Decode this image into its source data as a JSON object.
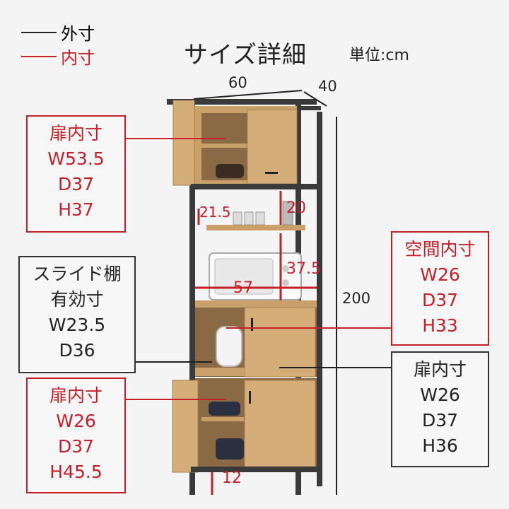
{
  "legend": {
    "outer_label": "外寸",
    "inner_label": "内寸"
  },
  "title": "サイズ詳細",
  "unit": "単位:cm",
  "outer_dims": {
    "width": "60",
    "depth": "40",
    "height": "200"
  },
  "inner_dims": {
    "shelf_gap": "21.5",
    "shelf_top": "20",
    "microwave_height": "37.5",
    "microwave_width": "57",
    "bottom_clearance": "12"
  },
  "callouts": {
    "upper_door": {
      "title": "扉内寸",
      "w": "W53.5",
      "d": "D37",
      "h": "H37"
    },
    "open_space": {
      "title": "空間内寸",
      "w": "W26",
      "d": "D37",
      "h": "H33"
    },
    "slide_shelf": {
      "title": "スライド棚",
      "subtitle": "有効寸",
      "w": "W23.5",
      "d": "D36"
    },
    "middle_door": {
      "title": "扉内寸",
      "w": "W26",
      "d": "D37",
      "h": "H36"
    },
    "lower_door": {
      "title": "扉内寸",
      "w": "W26",
      "d": "D37",
      "h": "H45.5"
    }
  },
  "colors": {
    "inner": "#c81e28",
    "outer": "#222222",
    "wood": "#c9a06a",
    "frame": "#3a3a3a"
  }
}
